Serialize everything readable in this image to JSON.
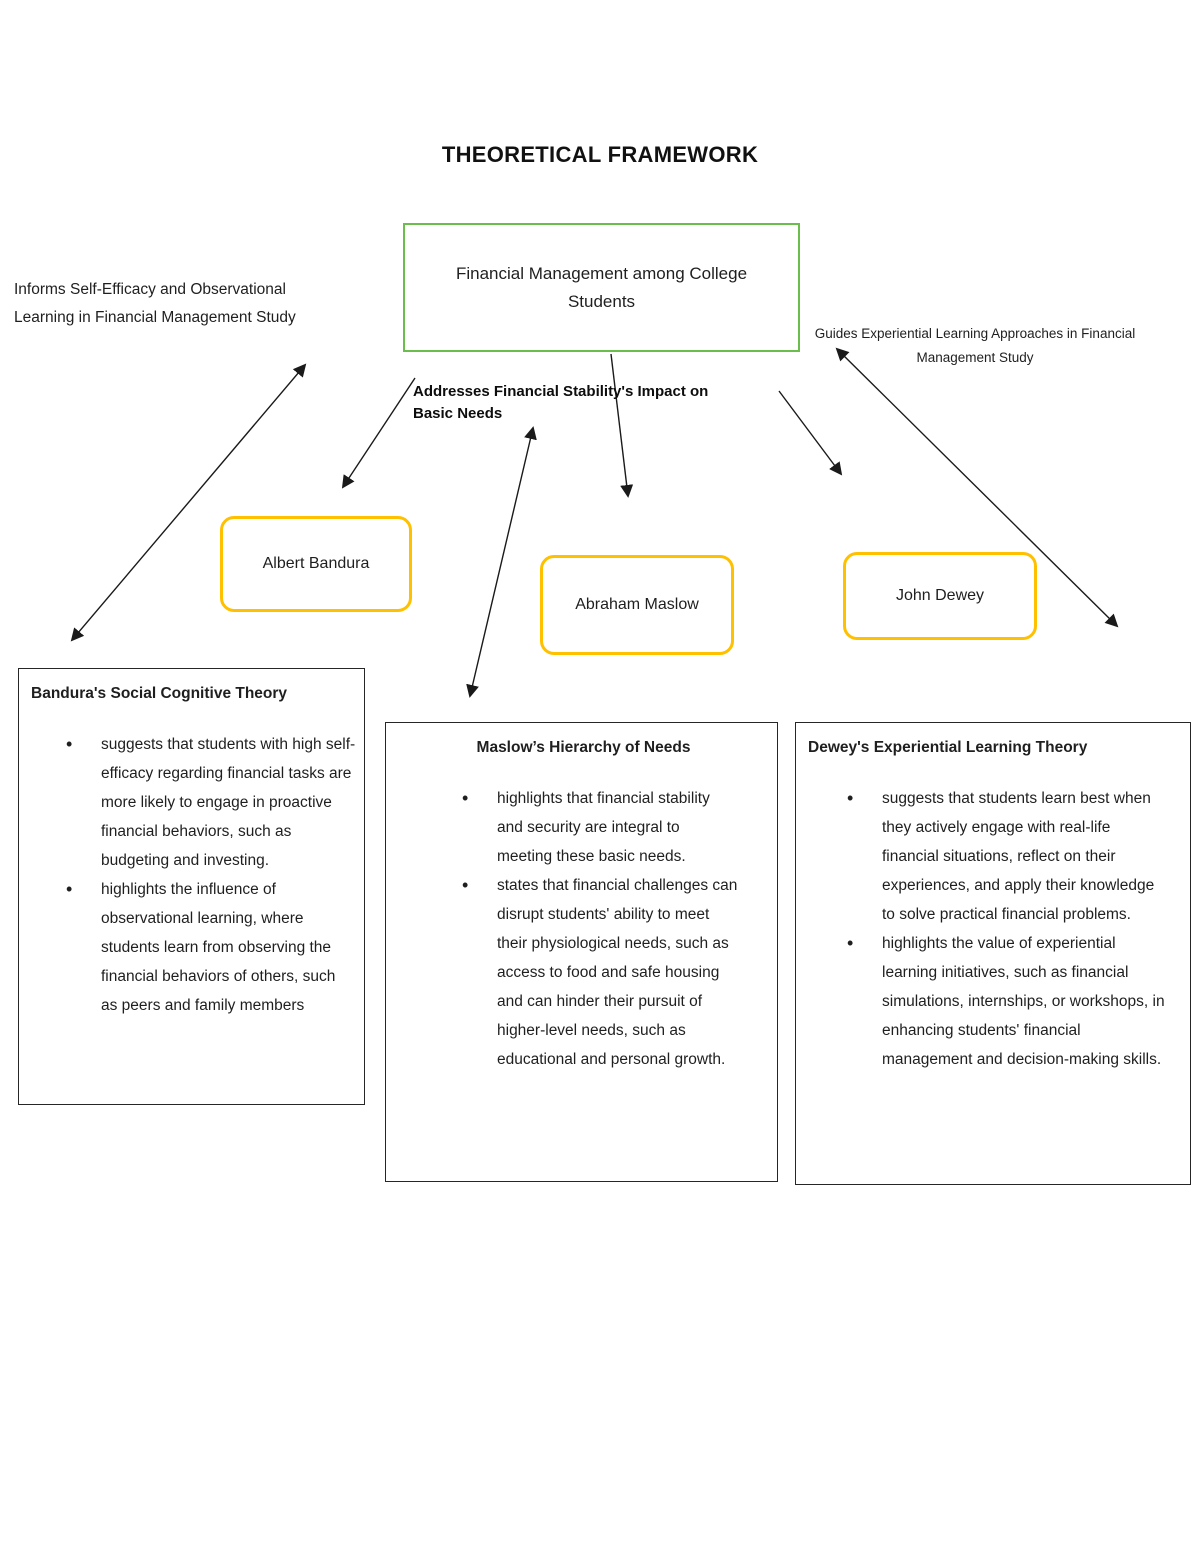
{
  "title": "THEORETICAL FRAMEWORK",
  "central": {
    "label": "Financial Management among College Students"
  },
  "annotations": {
    "informs": "Informs Self-Efficacy and Observational Learning in Financial Management Study",
    "addresses": "Addresses Financial Stability's Impact on Basic Needs",
    "guides": "Guides Experiential Learning Approaches in Financial Management Study"
  },
  "theorists": [
    {
      "name": "Albert Bandura"
    },
    {
      "name": "Abraham Maslow"
    },
    {
      "name": "John Dewey"
    }
  ],
  "theories": [
    {
      "title": "Bandura's Social Cognitive Theory",
      "bullets": [
        "suggests that students with high self-efficacy regarding financial tasks are more likely to engage in proactive financial behaviors, such as budgeting and investing.",
        "highlights the influence of observational learning, where students learn from observing the financial behaviors of others, such as peers and family members"
      ]
    },
    {
      "title": "Maslow’s Hierarchy of Needs",
      "bullets": [
        "highlights that financial stability and security are integral to meeting these basic needs.",
        "states that financial challenges can disrupt students' ability to meet their physiological needs, such as access to food and safe housing and can hinder their pursuit of higher-level needs, such as educational and personal growth."
      ]
    },
    {
      "title": "Dewey's Experiential Learning Theory",
      "bullets": [
        "suggests that students learn best when they actively engage with real-life financial situations, reflect on their experiences, and apply their knowledge to solve practical financial problems.",
        "highlights the value of experiential learning initiatives, such as financial simulations, internships, or workshops, in enhancing students' financial management and decision-making skills."
      ]
    }
  ],
  "colors": {
    "central_border": "#6CBE4C",
    "theorist_border": "#FFC000",
    "theory_border": "#262626",
    "arrow": "#1a1a1a",
    "text": "#1f1f1f"
  }
}
